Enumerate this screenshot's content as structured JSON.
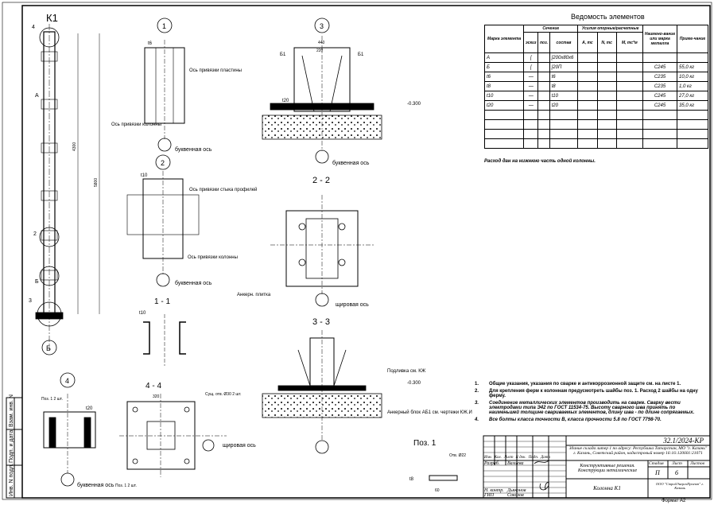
{
  "drawing": {
    "column_mark": "К1",
    "views": {
      "v1": "1",
      "v2": "2",
      "v3": "3",
      "v4": "4",
      "sec22": "2 - 2",
      "sec11": "1 - 1",
      "sec33": "3 - 3",
      "sec44": "4 - 4",
      "pos1": "Поз. 1"
    },
    "labels": {
      "letter_axis": "буквенная ось",
      "num_axis": "щировая ось",
      "axis_plate": "Ось привязки пластины",
      "axis_column": "Ось привязки колонны",
      "axis_joint": "Ось привязки стыка профилей",
      "anchor_plate": "Анкерн. плитка",
      "grout": "Подливка см. КЖ",
      "anchor_block": "Анкерный блок АБ1 см. чертежи КЖ.И",
      "level": "-0.300",
      "hole22": "Отв. Ø22",
      "hole30": "Сущ. отв. Ø30 2 шт.",
      "pos1_2": "Поз. 1 2 шт.",
      "axis_b": "Б",
      "t6": "t6",
      "t8": "t8",
      "t10": "t10",
      "t20": "t20",
      "b1": "Б1",
      "mark_a": "А",
      "mark_b": "Б"
    },
    "dims": {
      "d_total": "5800",
      "d_part": "4300",
      "d440": "440",
      "d320": "320",
      "d220": "220",
      "d60": "60"
    }
  },
  "left_strip": [
    "Инв. N подл.",
    "Подп. и дата",
    "Взам. инв. N"
  ],
  "spec": {
    "title": "Ведомость элементов",
    "headers": {
      "mark": "Марка элемента",
      "section": "Сечение",
      "sketch": "эскиз",
      "pos": "поз.",
      "comp": "состав",
      "forces": "Усилия",
      "support": "опорные",
      "design": "расчетные",
      "a": "A, тс",
      "n": "N, тс",
      "m": "M, тс*м",
      "material": "Наимено-вание или марка металла",
      "note": "Приме-чание"
    },
    "rows": [
      {
        "mark": "А",
        "sketch": "[",
        "comp": "[200x80x6",
        "material": "",
        "note": ""
      },
      {
        "mark": "Б",
        "sketch": "[",
        "comp": "[20П",
        "material": "С245",
        "note": "55,0 кг"
      },
      {
        "mark": "t6",
        "sketch": "—",
        "comp": "t6",
        "material": "С235",
        "note": "10,0 кг"
      },
      {
        "mark": "t8",
        "sketch": "—",
        "comp": "t8",
        "material": "С235",
        "note": "1,0 кг"
      },
      {
        "mark": "t10",
        "sketch": "—",
        "comp": "t10",
        "material": "С245",
        "note": "27,0 кг"
      },
      {
        "mark": "t20",
        "sketch": "—",
        "comp": "t20",
        "material": "С245",
        "note": "35,0 кг"
      }
    ],
    "footnote": "Расход дан на нижнюю часть одной колонны."
  },
  "notes": [
    {
      "n": "1.",
      "text": "Общие указания, указания по сварке и антикоррозионной защите см. на листе 1."
    },
    {
      "n": "2.",
      "text": "Для крепления ферм к колоннам предусмотреть шайбы поз. 1. Расход 2 шайбы на одну ферму."
    },
    {
      "n": "3.",
      "text": "Соединение металлических элементов производить на сварке. Сварку вести электродами типа Э42 по ГОСТ 11534-75. Высоту сварного шва принять по наименьшей толщине свариваемых элементов, длину шва - по длине сопрягаемых."
    },
    {
      "n": "4.",
      "text": "Все болты класса точности В, класса прочности 5.8 по ГОСТ 7798-70."
    }
  ],
  "title_block": {
    "code": "32.1/2024-КР",
    "object": "Здание склада литер 1 по адресу: Республика Татарстан, МО \"г. Казань\" г. Казань, Советский район, кадастровый номер 16:16:120601:21071",
    "cols": [
      "Изм.",
      "Кол.",
      "Лист",
      "N док.",
      "Подп.",
      "Дата"
    ],
    "razrab": "Разраб.",
    "razrab_name": "Валиева",
    "nkontr": "Н. контр.",
    "nkontr_name": "Дьяконов",
    "gip": "ГИП",
    "gip_name": "Соколов",
    "section": "Конструктивные решения. Конструкции металлические",
    "sheet_title": "Колонна К1",
    "stage_h": "Стадия",
    "sheet_h": "Лист",
    "sheets_h": "Листов",
    "stage": "П",
    "sheet": "6",
    "sheets": "",
    "company": "ООО \"СтройЭнергоПроект\" г. Казань",
    "format": "Формат А2"
  }
}
